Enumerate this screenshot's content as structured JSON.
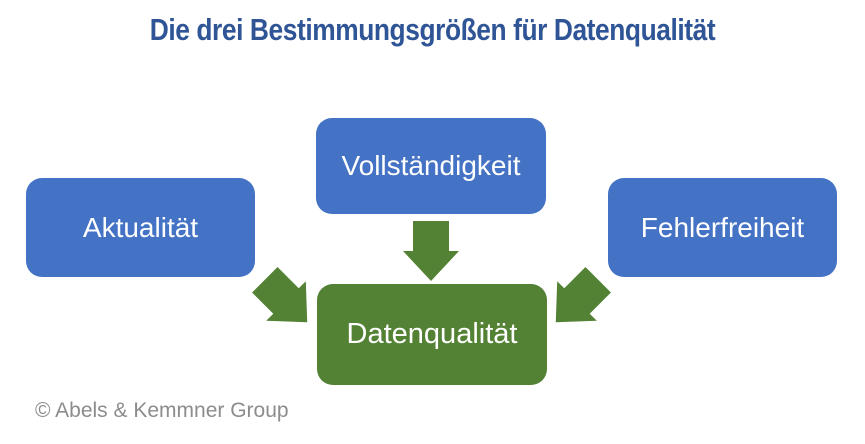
{
  "title": "Die drei Bestimmungsgrößen für Datenqualität",
  "diagram": {
    "factors": [
      {
        "label": "Aktualität"
      },
      {
        "label": "Vollständigkeit"
      },
      {
        "label": "Fehlerfreiheit"
      }
    ],
    "result": {
      "label": "Datenqualität"
    },
    "arrows": [
      {
        "name": "arrow-down-right",
        "from": "Aktualität",
        "to": "Datenqualität"
      },
      {
        "name": "arrow-down",
        "from": "Vollständigkeit",
        "to": "Datenqualität"
      },
      {
        "name": "arrow-down-left",
        "from": "Fehlerfreiheit",
        "to": "Datenqualität"
      }
    ]
  },
  "footer": {
    "copyright": "© Abels & Kemmner Group"
  },
  "colors": {
    "factor_box": "#4472C4",
    "result_box": "#548235",
    "arrow": "#548235",
    "title": "#2F5597",
    "copyright": "#8C8C8C"
  }
}
